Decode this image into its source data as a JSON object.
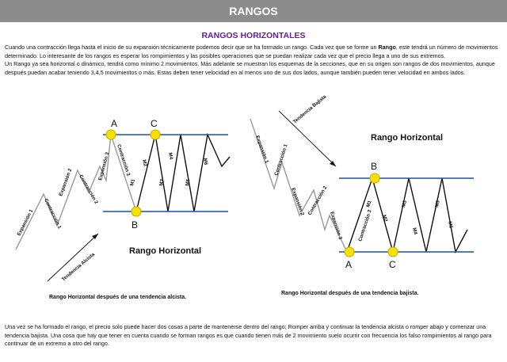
{
  "header": {
    "title": "RANGOS"
  },
  "subtitle": "RANGOS HORIZONTALES",
  "intro": {
    "p1_a": "Cuando una contracción llega hasta el inicio de su expansión técnicamente podemos decir que se ha formado un rango. Cada vez que se forme un ",
    "p1_bold": "Rango",
    "p1_b": ", este tendrá un número de movimientos determinado. Lo interesante de los rangos es esperar los rompimientos y las posibles operaciones que se puedan realizar cada vez que el precio llega a uno de sus extremos.",
    "p2": "Un Rango ya sea horizontal o dinámico, tendrá como mínimo 2 movimientos.  Más adelante se muestran los esquemas de la secciones, que en su origen son rangos de dos movimientos, aunque después puedan acabar teniendo 3,4,5 movimientos o más. Estas deben tener velocidad en al menos uno de sus dos lados, aunque también pueden tener velocidad en ambos lados."
  },
  "left_diagram": {
    "title": "Rango Horizontal",
    "caption": "Rango Horizontal después de una tendencia alcista.",
    "trend_label": "Tendencia Alcista",
    "point_a": "A",
    "point_b": "B",
    "point_c": "C",
    "leg_labels": [
      "Expansión 1",
      "Contracción 1",
      "Expansión 2",
      "Contracción 2",
      "Expansión 3",
      "Contracción 3",
      "M1",
      "M2",
      "M3",
      "M4",
      "M5",
      "M6"
    ]
  },
  "right_diagram": {
    "title": "Rango Horizontal",
    "caption": "Rango Horizontal después de una tendencia bajista.",
    "trend_label": "Tendencia Bajista",
    "point_a": "A",
    "point_b": "B",
    "point_c": "C",
    "leg_labels": [
      "Expansión 1",
      "Contracción 1",
      "Expansión 2",
      "Contracción 2",
      "Expansión 3",
      "Contracción 3",
      "M1",
      "M2",
      "M3",
      "M4",
      "M5",
      "M6"
    ]
  },
  "outro": "Una vez se ha formado el rango, el precio solo puede hacer dos cosas a parte de mantenerse dentro del rango; Romper arriba y continuar la tendencia alcista o romper abajo y comenzar una tendencia bajista. Una cosa que hay que tener en cuenta cuando se forman rangos es que cuando tienen más de 2 movimiento suelo ocurrir con frecuencia los falso rompimientos al rango para continuar de un extremo a otro del rango.",
  "colors": {
    "header_bg": "#8c8c8c",
    "subtitle": "#6a1b9a",
    "range_line": "#1f4fa8",
    "point_fill": "#f5e000"
  }
}
